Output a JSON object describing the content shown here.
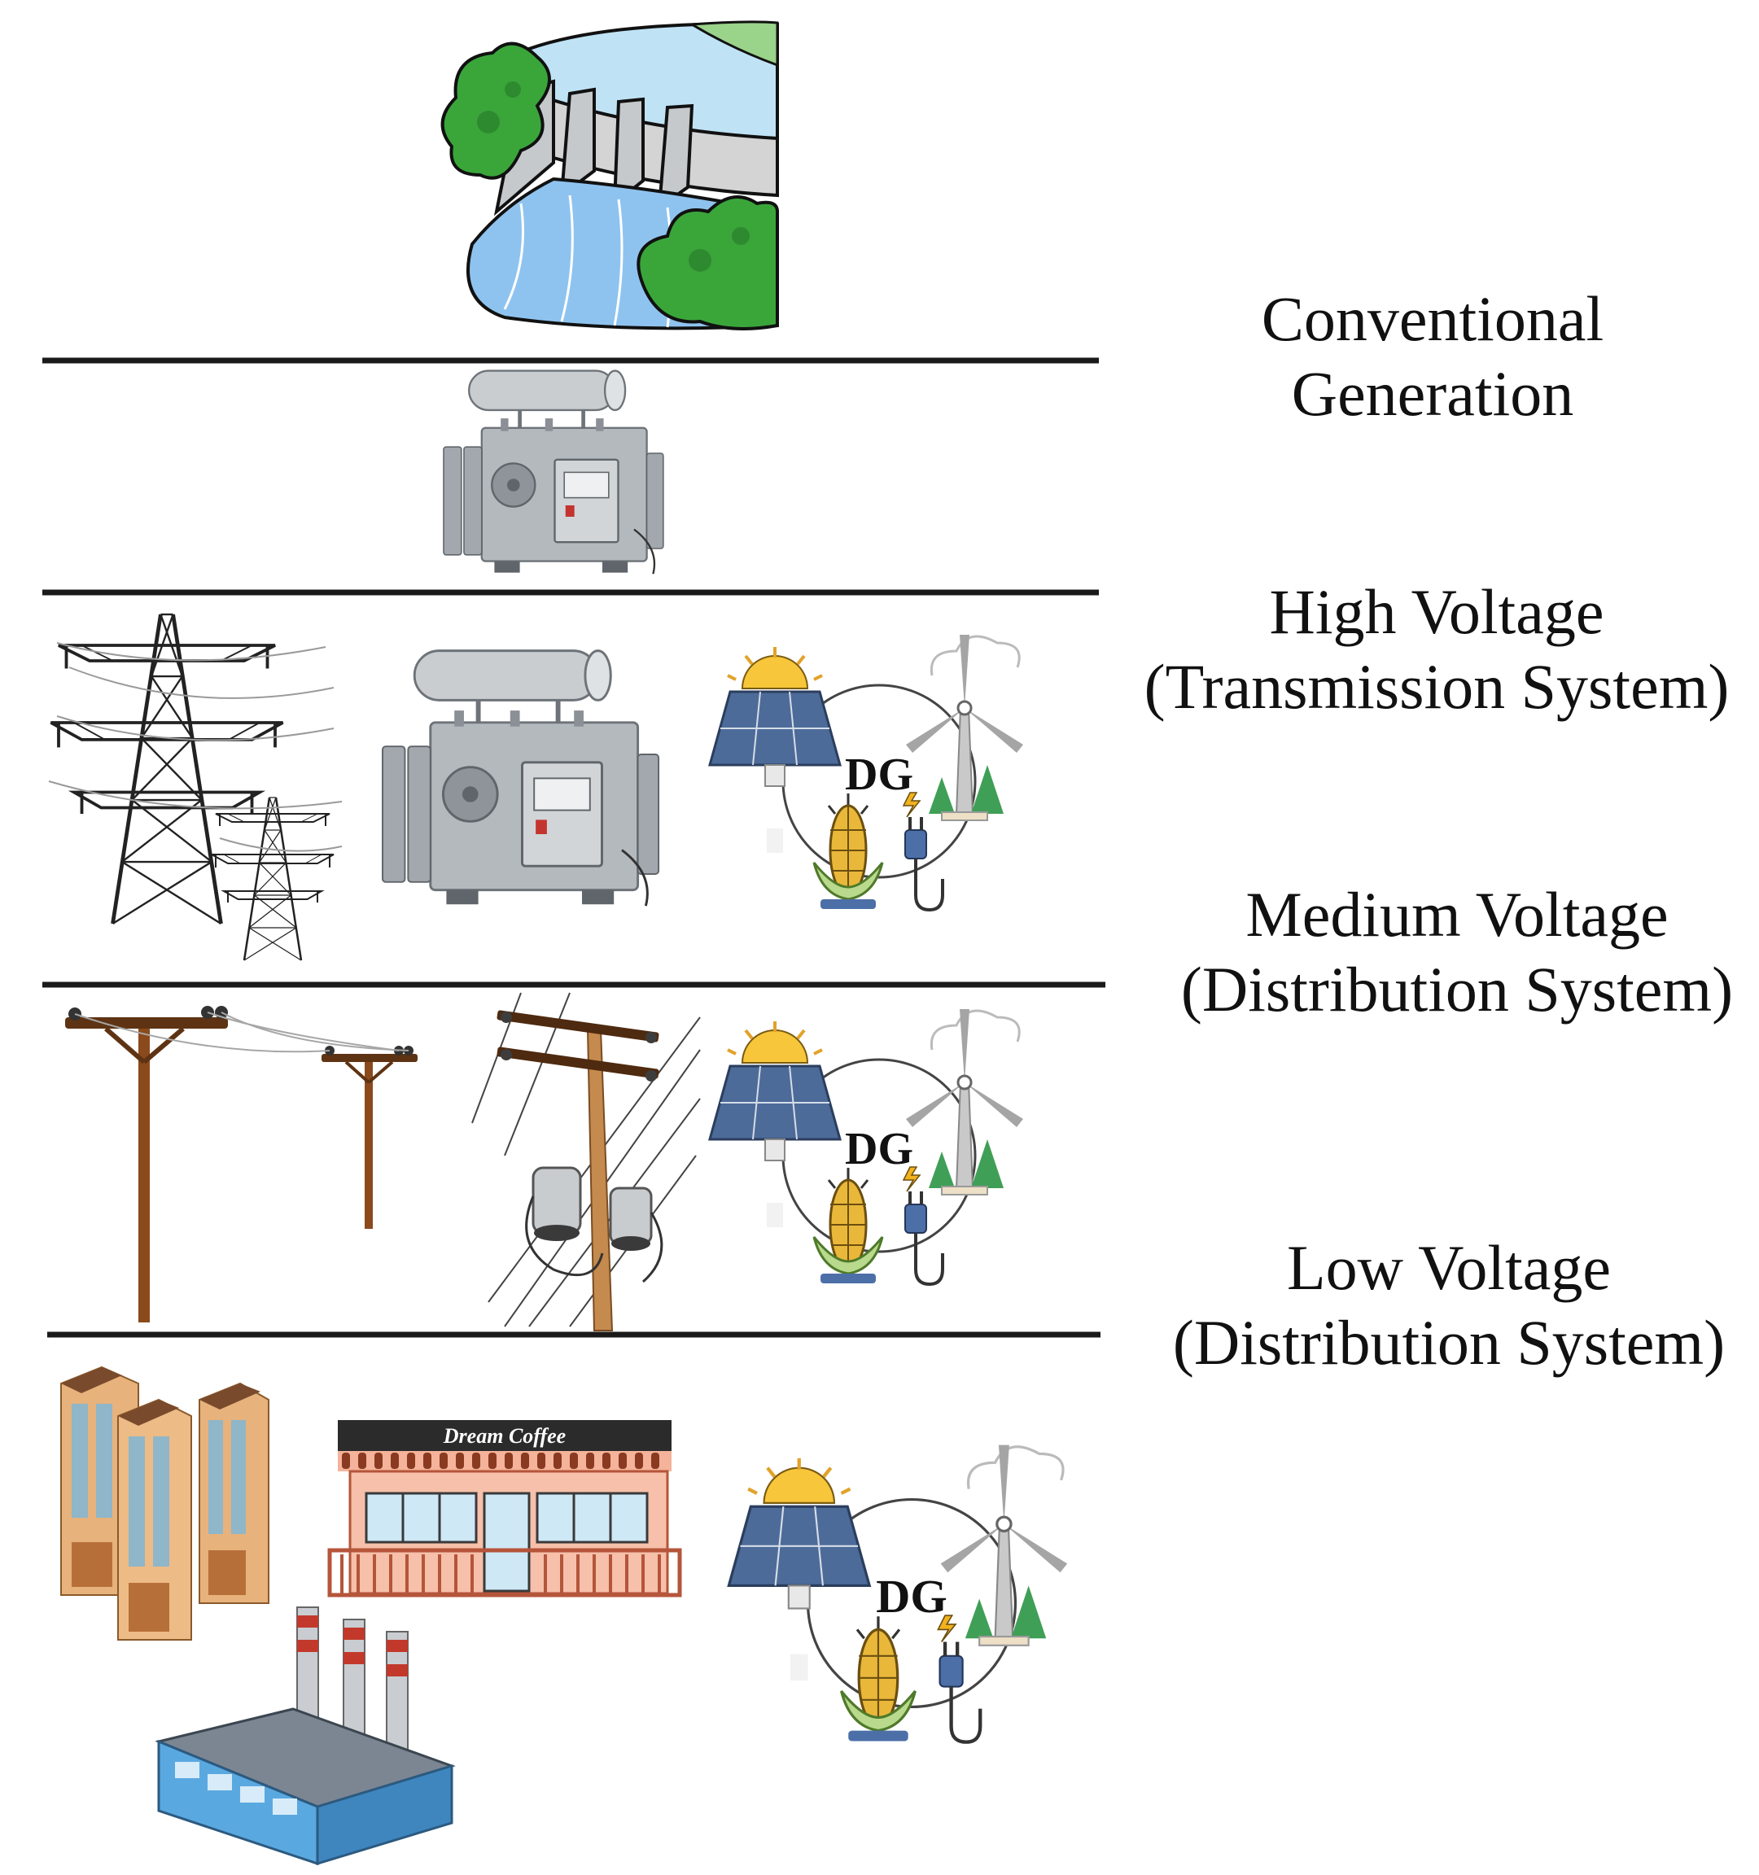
{
  "levels": [
    {
      "line1": "Conventional",
      "line2": "Generation"
    },
    {
      "line1": "High Voltage",
      "line2": "(Transmission System)"
    },
    {
      "line1": "Medium Voltage",
      "line2": "(Distribution System)"
    },
    {
      "line1": "Low Voltage",
      "line2": "(Distribution System)"
    }
  ],
  "dg_label": "DG",
  "shop_sign": "Dream Coffee",
  "colors": {
    "divider": "#1a1a1a",
    "tree_green": "#3aa63a",
    "water_blue": "#8fc3ef",
    "transformer_gray": "#a7adb2",
    "pole_brown": "#8b4a1c",
    "solar_blue": "#3f5f8f",
    "sun_yellow": "#f7c63a",
    "corn_yellow": "#e9b83a",
    "building_tan": "#e7b27c",
    "shop_pink": "#f4b39a",
    "factory_blue": "#4f9fd8"
  },
  "icons": [
    "dam-icon",
    "transformer-icon",
    "transmission-tower-icon",
    "utility-pole-icon",
    "pole-transformer-icon",
    "solar-panel-icon",
    "wind-turbine-icon",
    "biomass-corn-icon",
    "plug-icon",
    "apartment-building-icon",
    "coffee-shop-icon",
    "factory-icon"
  ]
}
